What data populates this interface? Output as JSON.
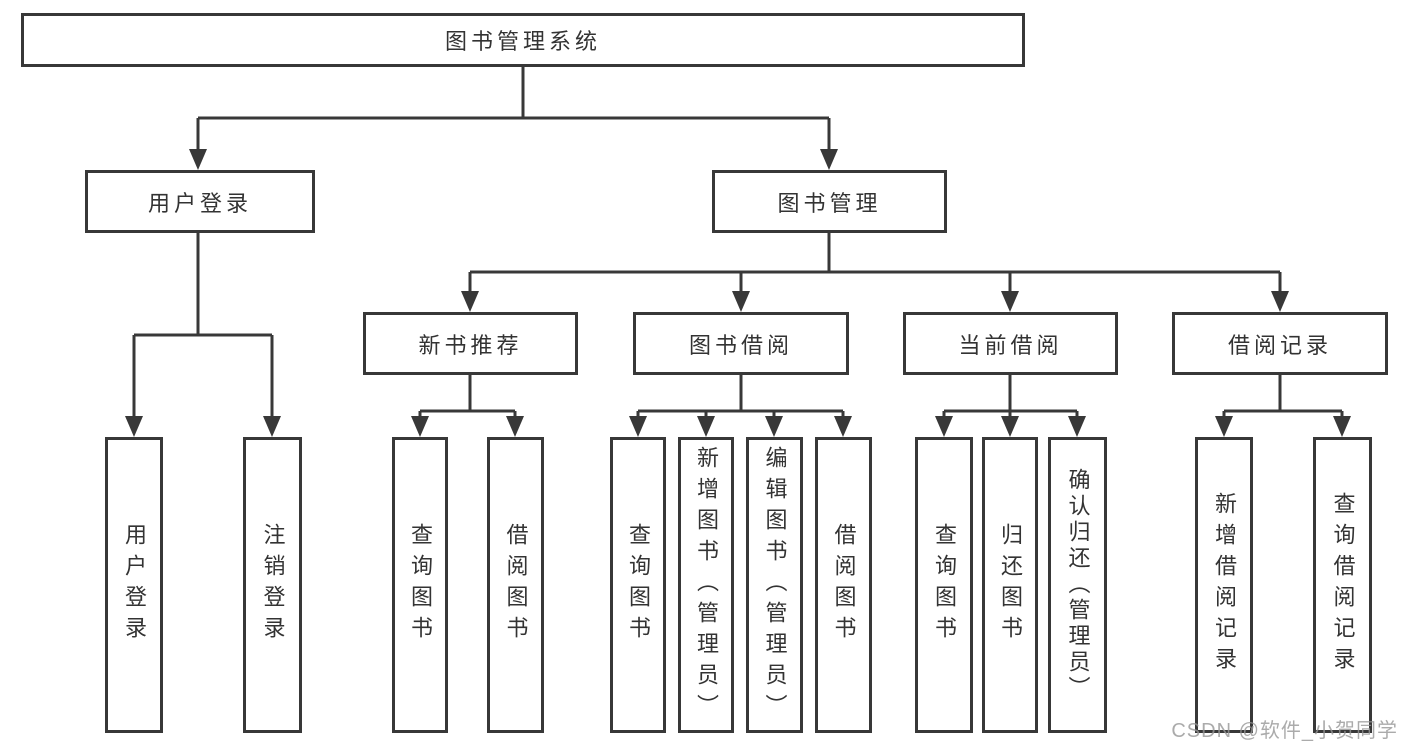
{
  "diagram": {
    "root": {
      "label": "图书管理系统"
    },
    "branches": [
      {
        "label": "用户登录",
        "children": [
          {
            "label": "用户登录"
          },
          {
            "label": "注销登录"
          }
        ]
      },
      {
        "label": "图书管理",
        "children": [
          {
            "label": "新书推荐",
            "children": [
              {
                "label": "查询图书"
              },
              {
                "label": "借阅图书"
              }
            ]
          },
          {
            "label": "图书借阅",
            "children": [
              {
                "label": "查询图书"
              },
              {
                "label": "新增图书（管理员）"
              },
              {
                "label": "编辑图书（管理员）"
              },
              {
                "label": "借阅图书"
              }
            ]
          },
          {
            "label": "当前借阅",
            "children": [
              {
                "label": "查询图书"
              },
              {
                "label": "归还图书"
              },
              {
                "label": "确认归还（管理员）"
              }
            ]
          },
          {
            "label": "借阅记录",
            "children": [
              {
                "label": "新增借阅记录"
              },
              {
                "label": "查询借阅记录"
              }
            ]
          }
        ]
      }
    ],
    "colors": {
      "line": "#383838",
      "box_border": "#383838",
      "text": "#333333",
      "background": "#ffffff",
      "watermark": "#969696"
    }
  },
  "watermark": {
    "text": "CSDN @软件_小贺同学"
  }
}
